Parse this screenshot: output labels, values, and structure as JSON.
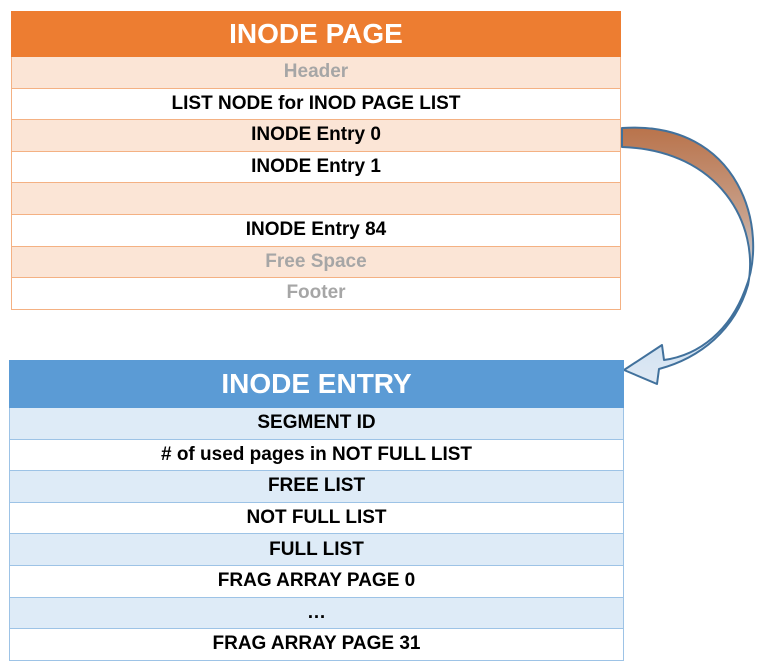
{
  "inode_page": {
    "title": "INODE PAGE",
    "rows": [
      {
        "label": "Header",
        "muted": true
      },
      {
        "label": "LIST NODE for INOD PAGE LIST",
        "muted": false
      },
      {
        "label": "INODE Entry 0",
        "muted": false
      },
      {
        "label": "INODE Entry 1",
        "muted": false
      },
      {
        "label": "",
        "muted": false
      },
      {
        "label": "INODE Entry 84",
        "muted": false
      },
      {
        "label": "Free Space",
        "muted": true
      },
      {
        "label": "Footer",
        "muted": true
      }
    ]
  },
  "inode_entry": {
    "title": "INODE ENTRY",
    "rows": [
      {
        "label": "SEGMENT ID"
      },
      {
        "label": "# of used pages in NOT FULL LIST"
      },
      {
        "label": "FREE LIST"
      },
      {
        "label": "NOT FULL LIST"
      },
      {
        "label": "FULL LIST"
      },
      {
        "label": "FRAG ARRAY PAGE 0"
      },
      {
        "label": "…"
      },
      {
        "label": "FRAG ARRAY PAGE 31"
      }
    ]
  },
  "colors": {
    "page_header": "#ed7d31",
    "page_shade": "#fbe5d6",
    "entry_header": "#5b9bd5",
    "entry_shade": "#deebf7",
    "arrow_top": "#c55a11",
    "arrow_bottom": "#bdd7ee"
  }
}
